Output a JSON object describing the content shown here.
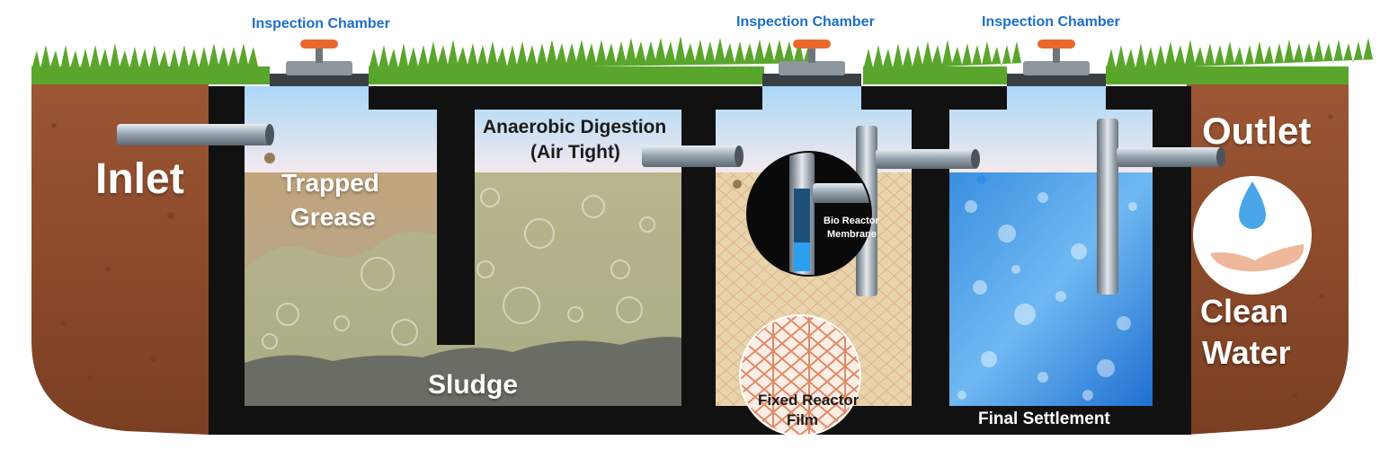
{
  "labels": {
    "inspection_chamber_1": "Inspection Chamber",
    "inspection_chamber_2": "Inspection Chamber",
    "inspection_chamber_3": "Inspection Chamber",
    "inlet": "Inlet",
    "outlet": "Outlet",
    "trapped_grease_line1": "Trapped",
    "trapped_grease_line2": "Grease",
    "sludge": "Sludge",
    "anaerobic_line1": "Anaerobic Digestion",
    "anaerobic_line2": "(Air Tight)",
    "bio_reactor_line1": "Bio Reactor",
    "bio_reactor_line2": "Membrane",
    "fixed_reactor_line1": "Fixed Reactor",
    "fixed_reactor_line2": "Film",
    "final_settlement": "Final Settlement",
    "clean_water_line1": "Clean",
    "clean_water_line2": "Water"
  },
  "colors": {
    "soil": "#8a4a2c",
    "tank": "#111111",
    "grass": "#5aa62c",
    "grease": "#c7ad86",
    "liquid": "#b6b48a",
    "sludge": "#6c6f66",
    "reactor": "#e7d3a8",
    "clean": "#2e8ee8",
    "inspection_text": "#1d6fc7",
    "valve": "#e8682c"
  }
}
